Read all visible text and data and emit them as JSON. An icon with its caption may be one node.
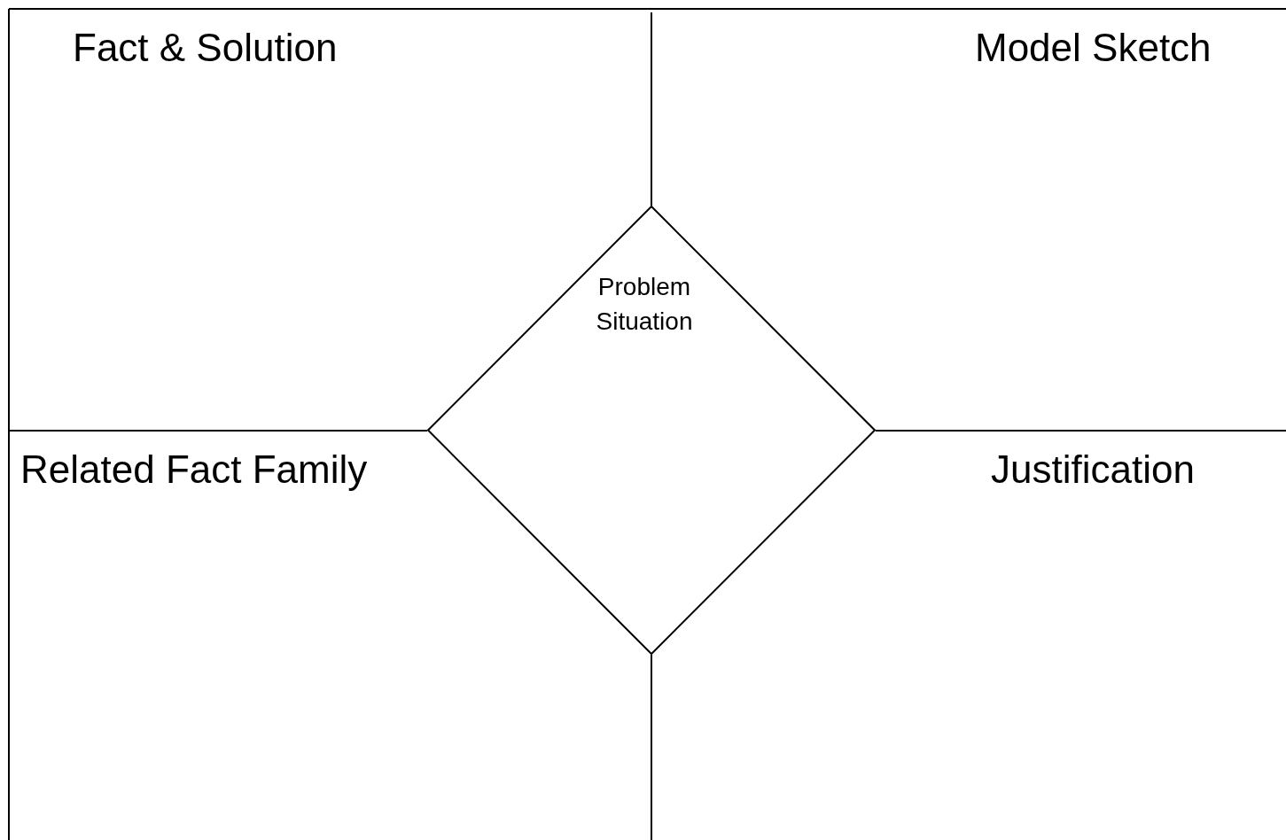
{
  "diagram": {
    "nodes": [
      {
        "text": [
          "Fact & Solution"
        ]
      },
      {
        "text": [
          "Model Sketch"
        ]
      },
      {
        "text": [
          "Related Fact Family"
        ]
      },
      {
        "text": [
          "Justification"
        ]
      },
      {
        "text": [
          "Problem Situation"
        ]
      }
    ]
  }
}
